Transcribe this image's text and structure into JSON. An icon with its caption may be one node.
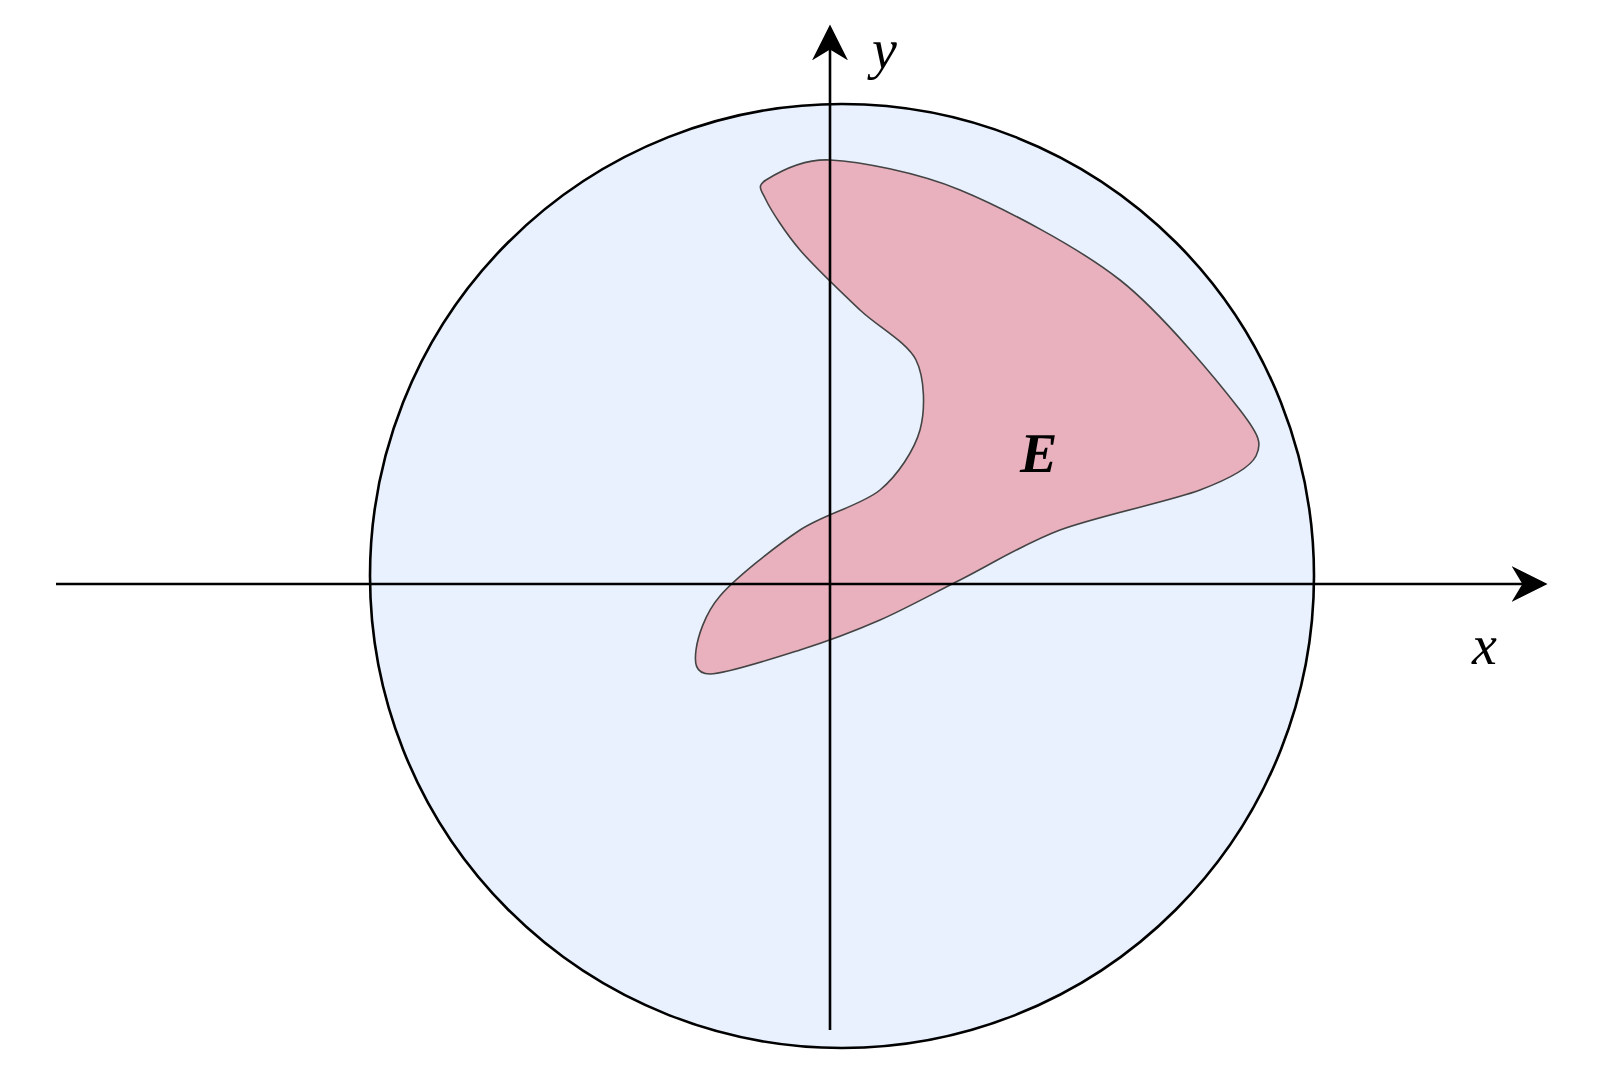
{
  "diagram": {
    "nodes": [
      {
        "text": [],
        "shape": "circle"
      },
      {
        "text": [
          "E"
        ],
        "in": 0
      }
    ],
    "labels": [
      "y",
      "x"
    ]
  }
}
